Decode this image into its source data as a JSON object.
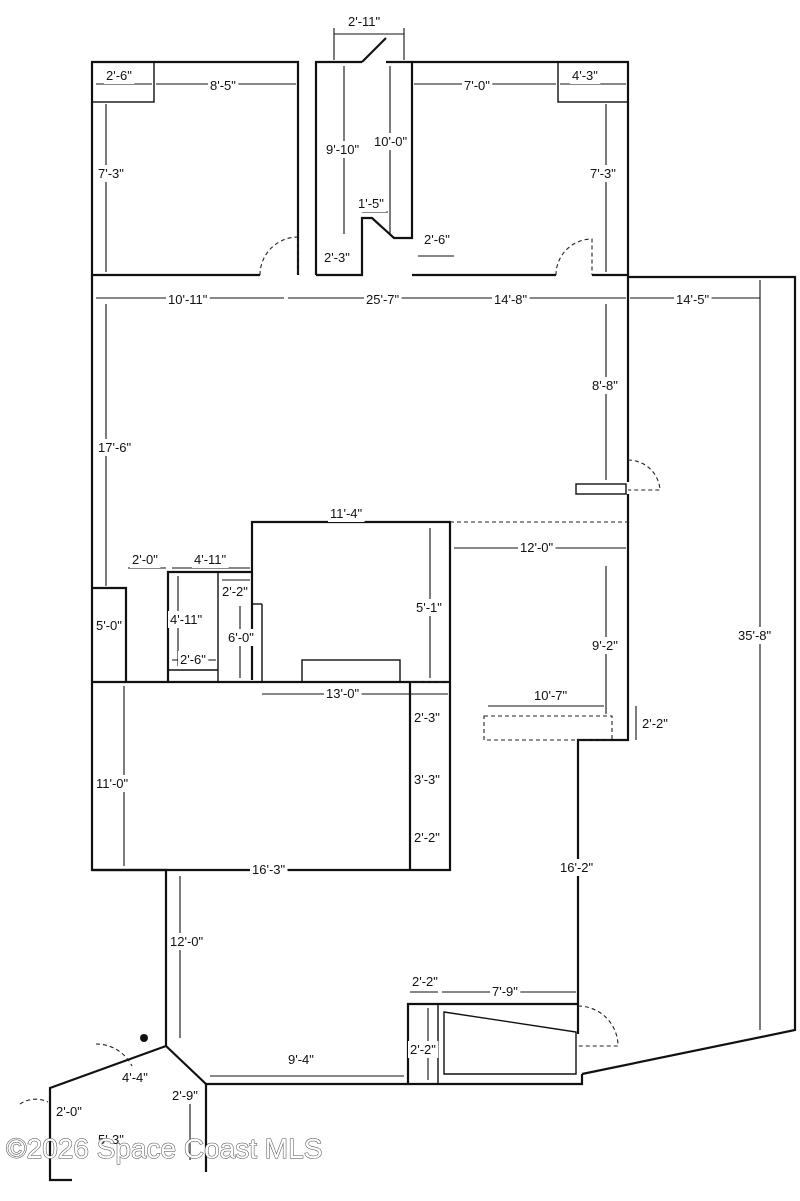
{
  "watermark": "©2026 Space Coast MLS",
  "dimensions": [
    "2'-11\"",
    "2'-6\"",
    "8'-5\"",
    "7'-0\"",
    "4'-3\"",
    "7'-3\"",
    "9'-10\"",
    "10'-0\"",
    "7'-3\"",
    "1'-5\"",
    "2'-6\"",
    "2'-3\"",
    "10'-11\"",
    "25'-7\"",
    "14'-8\"",
    "14'-5\"",
    "8'-8\"",
    "17'-6\"",
    "11'-4\"",
    "12'-0\"",
    "2'-0\"",
    "4'-11\"",
    "2'-2\"",
    "5'-1\"",
    "4'-11\"",
    "6'-0\"",
    "5'-0\"",
    "9'-2\"",
    "2'-6\"",
    "35'-8\"",
    "13'-0\"",
    "10'-7\"",
    "2'-3\"",
    "2'-2\"",
    "11'-0\"",
    "3'-3\"",
    "2'-2\"",
    "16'-3\"",
    "16'-2\"",
    "12'-0\"",
    "2'-2\"",
    "7'-9\"",
    "2'-2\"",
    "9'-4\"",
    "4'-4\"",
    "2'-9\"",
    "2'-0\"",
    "5'-3\""
  ]
}
